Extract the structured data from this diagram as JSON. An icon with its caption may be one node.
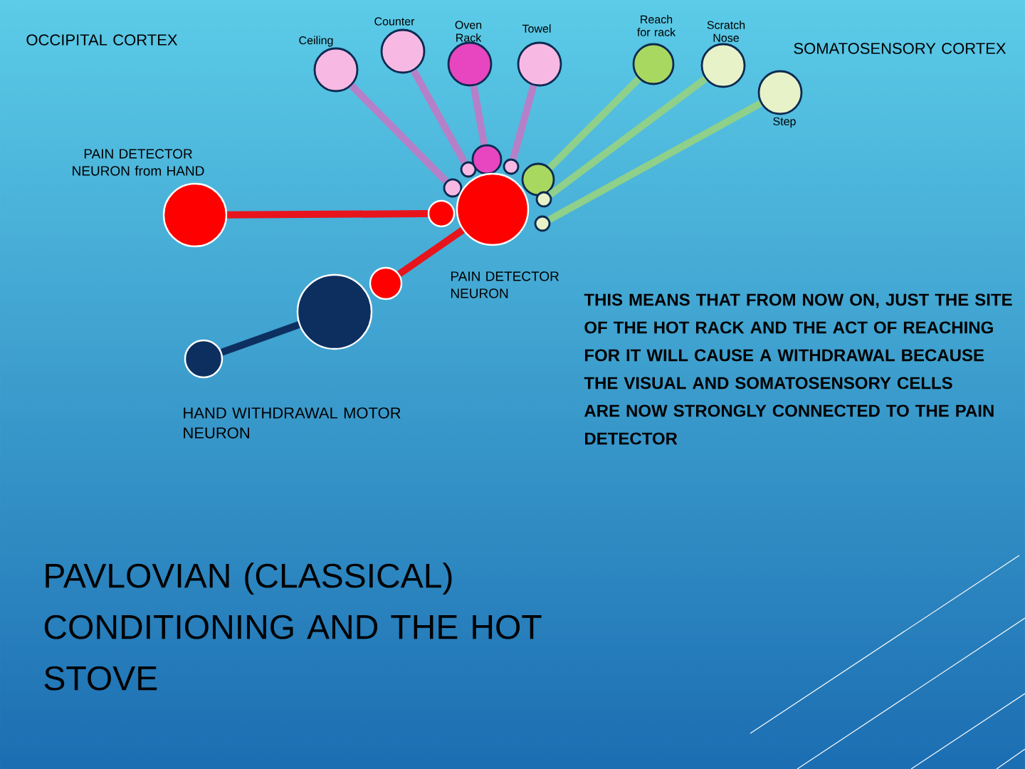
{
  "diagram": {
    "title": "PAVLOVIAN (CLASSICAL) CONDITIONING AND THE HOT STOVE",
    "nodes": [
      {
        "text": [
          "Ceiling"
        ]
      },
      {
        "text": [
          "Counter"
        ]
      },
      {
        "text": [
          "Oven Rack"
        ]
      },
      {
        "text": [
          "Towel"
        ]
      },
      {
        "text": [
          "Reach for rack"
        ]
      },
      {
        "text": [
          "Scratch Nose"
        ]
      },
      {
        "text": [
          "Step"
        ]
      },
      {
        "text": [],
        "shape": "circle"
      },
      {
        "text": [],
        "shape": "circle"
      },
      {
        "text": [],
        "shape": "circle"
      },
      {
        "text": [],
        "shape": "circle"
      },
      {
        "text": [],
        "shape": "circle"
      },
      {
        "text": [],
        "shape": "circle"
      },
      {
        "text": [],
        "shape": "circle"
      },
      {
        "text": [],
        "shape": "circle",
        "beside": [
          "PAIN DETECTOR NEURON from HAND"
        ]
      },
      {
        "text": [],
        "shape": "circle"
      },
      {
        "text": [],
        "shape": "circle",
        "beside": [
          "PAIN DETECTOR NEURON"
        ]
      },
      {
        "text": [],
        "shape": "circle"
      },
      {
        "text": [],
        "shape": "circle"
      },
      {
        "text": [],
        "shape": "circle",
        "beside": [
          "HAND WITHDRAWAL MOTOR NEURON"
        ]
      }
    ],
    "edges": [
      {
        "from": 0,
        "to": 7,
        "arrow": "none",
        "color": "#b580c8"
      },
      {
        "from": 1,
        "to": 8,
        "arrow": "none",
        "color": "#b580c8"
      },
      {
        "from": 2,
        "to": 9,
        "arrow": "none",
        "color": "#b580c8"
      },
      {
        "from": 3,
        "to": 10,
        "arrow": "none",
        "color": "#b580c8"
      },
      {
        "from": 4,
        "to": 11,
        "arrow": "none",
        "color": "#8fd08a"
      },
      {
        "from": 5,
        "to": 12,
        "arrow": "none",
        "color": "#8fd08a"
      },
      {
        "from": 6,
        "to": 13,
        "arrow": "none",
        "color": "#8fd08a"
      },
      {
        "from": 14,
        "to": 15,
        "arrow": "none",
        "color": "#e8141c"
      },
      {
        "from": 16,
        "to": 17,
        "arrow": "none",
        "color": "#e8141c"
      },
      {
        "from": 18,
        "to": 19,
        "arrow": "none",
        "color": "#0d3060"
      }
    ],
    "labels": [
      "OCCIPITAL CORTEX",
      "SOMATOSENSORY CORTEX",
      "THIS MEANS THAT FROM NOW ON, JUST THE SITE OF THE HOT RACK AND THE ACT OF REACHING FOR IT WILL CAUSE A WITHDRAWAL BECAUSE THE VISUAL AND SOMATOSENSORY CELLS ARE NOW STRONGLY CONNECTED TO THE PAIN DETECTOR"
    ]
  }
}
